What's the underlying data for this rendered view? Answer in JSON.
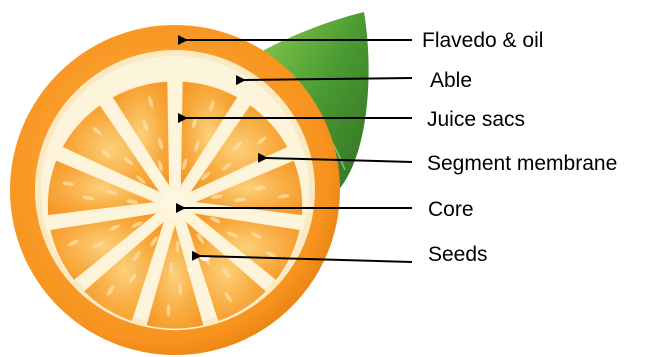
{
  "diagram": {
    "labels": [
      {
        "id": "flavedo",
        "text": "Flavedo & oil"
      },
      {
        "id": "albedo",
        "text": "Able"
      },
      {
        "id": "juice-sacs",
        "text": "Juice sacs"
      },
      {
        "id": "segment-membrane",
        "text": "Segment membrane"
      },
      {
        "id": "core",
        "text": "Core"
      },
      {
        "id": "seeds",
        "text": "Seeds"
      }
    ]
  },
  "colors": {
    "peel_outer": "#f7931e",
    "peel_pith": "#fdf4dc",
    "segment": "#f7a43a",
    "segment_light": "#fbc068",
    "leaf": "#3f8f2e",
    "leaf_light": "#7cc14a",
    "arrow": "#000000"
  }
}
